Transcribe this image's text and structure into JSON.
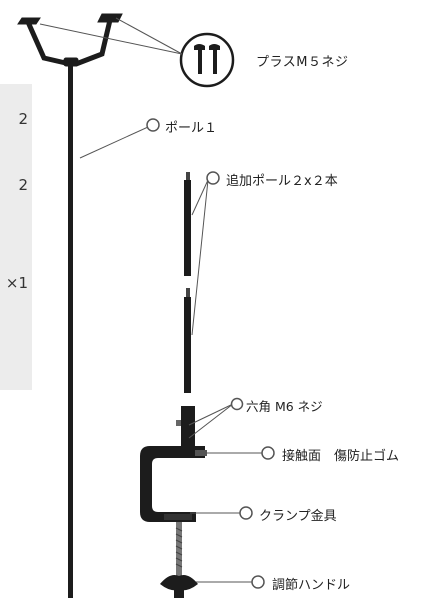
{
  "side_panel": {
    "lines": [
      "2",
      "2",
      "×1"
    ]
  },
  "labels": {
    "screw": "プラスM５ネジ",
    "pole1": "ポール１",
    "extra_pole": "追加ポール２x２本",
    "hex_screw": "六角 M6 ネジ",
    "contact_surface": "接触面　傷防止ゴム",
    "clamp": "クランプ金具",
    "handle": "調節ハンドル"
  },
  "colors": {
    "part": "#1c1c1c",
    "leader": "#555555",
    "panel": "#ececec"
  }
}
